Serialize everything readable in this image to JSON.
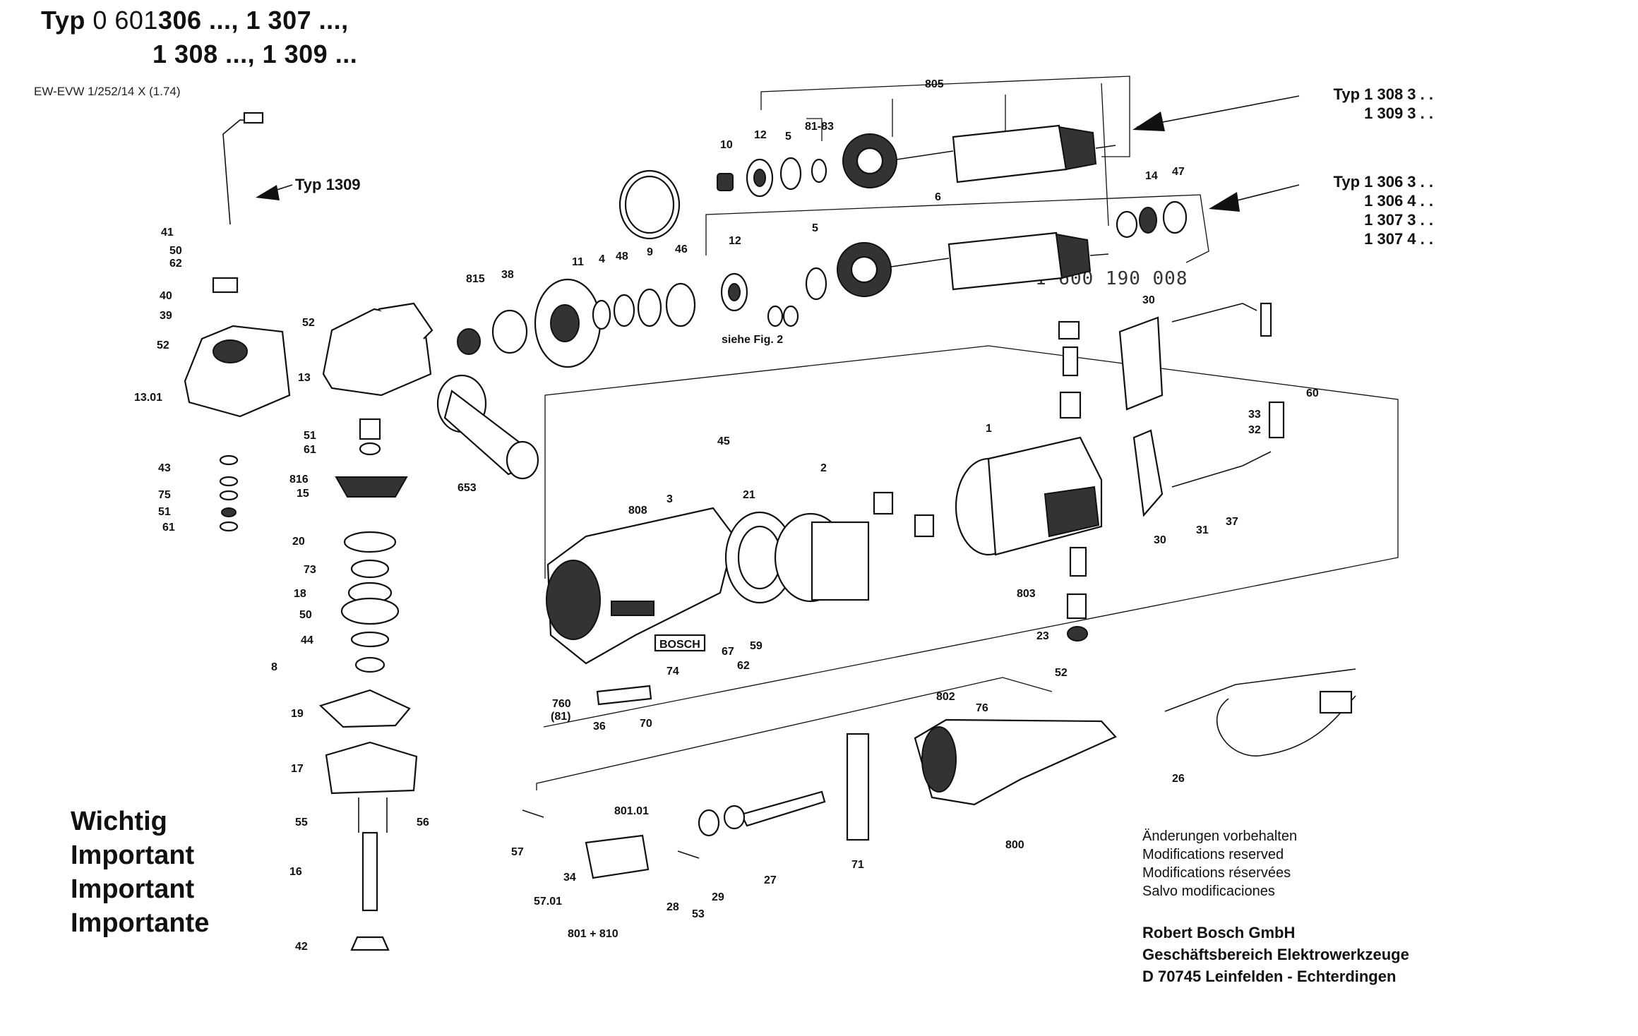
{
  "header": {
    "line1_prefix": "Typ",
    "line1_thin": "0 601",
    "line1_models": "306 ..., 1 307 ...,",
    "line2_models": "1 308 ..., 1 309 ..."
  },
  "doc_id": "EW-EVW 1/252/14 X (1.74)",
  "type_groups": {
    "upper": [
      "Typ 1 308 3 . .",
      "1 309 3 . ."
    ],
    "lower": [
      "Typ 1 306 3 . .",
      "1 306 4 . .",
      "1 307 3 . .",
      "1 307 4 . ."
    ],
    "side": "Typ 1309"
  },
  "part_number_stamp": "1 600 190 008",
  "fig_reference": "siehe Fig. 2",
  "brand_label": "BOSCH",
  "important": [
    "Wichtig",
    "Important",
    "Important",
    "Importante"
  ],
  "modifications": [
    "Änderungen vorbehalten",
    "Modifications reserved",
    "Modifications réservées",
    "Salvo modificaciones"
  ],
  "company": [
    "Robert Bosch GmbH",
    "Geschäftsbereich Elektrowerkzeuge",
    "D 70745 Leinfelden - Echterdingen"
  ],
  "callouts": {
    "c805": "805",
    "c10": "10",
    "c12a": "12",
    "c5a": "5",
    "c8183": "81-83",
    "c14": "14",
    "c47": "47",
    "c6": "6",
    "c12b": "12",
    "c5b": "5",
    "c815": "815",
    "c38": "38",
    "c11": "11",
    "c4": "4",
    "c48": "48",
    "c9": "9",
    "c46": "46",
    "c41": "41",
    "c50a": "50",
    "c62a": "62",
    "c40": "40",
    "c39": "39",
    "c52a": "52",
    "c1301": "13.01",
    "c43": "43",
    "c75": "75",
    "c51a": "51",
    "c61a": "61",
    "c52b": "52",
    "c13": "13",
    "c51b": "51",
    "c61b": "61",
    "c816": "816",
    "c15": "15",
    "c20": "20",
    "c73": "73",
    "c18": "18",
    "c50b": "50",
    "c44": "44",
    "c8": "8",
    "c19": "19",
    "c17": "17",
    "c55": "55",
    "c56": "56",
    "c16": "16",
    "c42": "42",
    "c653": "653",
    "c45": "45",
    "c3": "3",
    "c808": "808",
    "c21": "21",
    "c2": "2",
    "c1": "1",
    "c67": "67",
    "c59": "59",
    "c62b": "62",
    "c74": "74",
    "c760": "760",
    "c81p": "(81)",
    "c36": "36",
    "c70": "70",
    "c803": "803",
    "c23": "23",
    "c30a": "30",
    "c33": "33",
    "c32": "32",
    "c60": "60",
    "c30b": "30",
    "c31": "31",
    "c37": "37",
    "c802": "802",
    "c76": "76",
    "c52c": "52",
    "c26": "26",
    "c800": "800",
    "c71": "71",
    "c27": "27",
    "c29": "29",
    "c57": "57",
    "c34": "34",
    "c5701": "57.01",
    "c80101": "801.01",
    "c28": "28",
    "c53": "53",
    "c801810": "801 + 810"
  }
}
